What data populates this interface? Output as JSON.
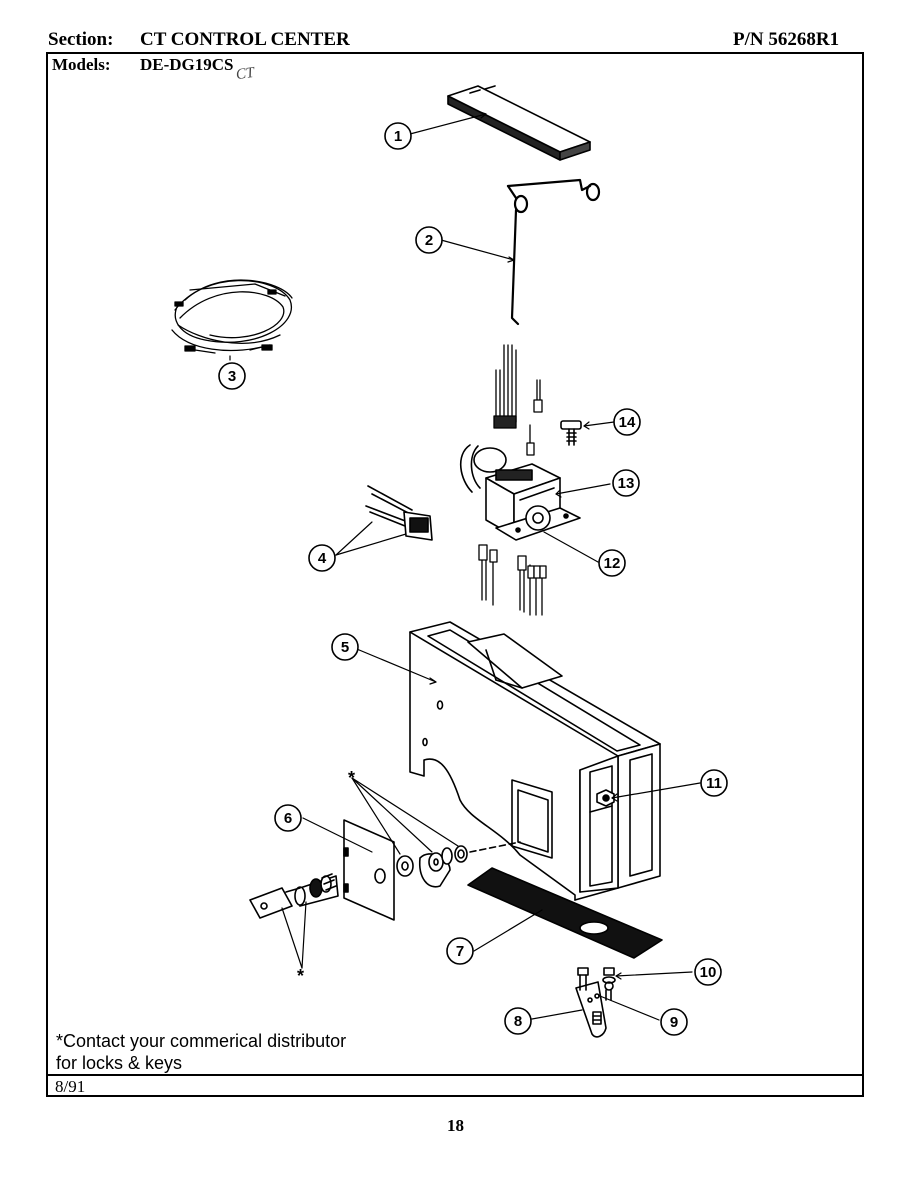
{
  "header": {
    "section_label": "Section:",
    "section_value": "CT CONTROL CENTER",
    "pn": "P/N 56268R1",
    "models_label": "Models:",
    "models_value": "DE-DG19CS",
    "models_scrawl": "CT"
  },
  "callouts": [
    "1",
    "2",
    "3",
    "4",
    "5",
    "6",
    "7",
    "8",
    "9",
    "10",
    "11",
    "12",
    "13",
    "14"
  ],
  "asterisk": "*",
  "note": {
    "line1": "*Contact your commerical distributor",
    "line2": "for locks & keys"
  },
  "footer": {
    "date": "8/91",
    "page_number": "18"
  }
}
